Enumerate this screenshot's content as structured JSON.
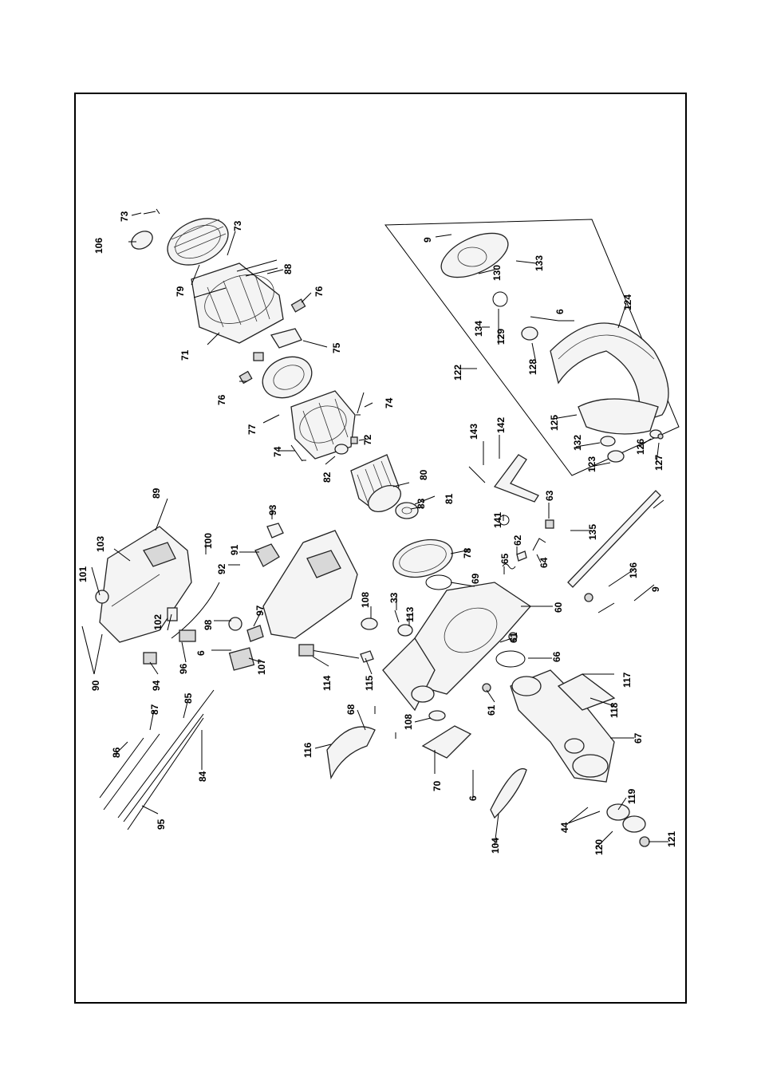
{
  "labels": {
    "p9a": "9",
    "p106": "106",
    "p73a": "73",
    "p73b": "73",
    "p79": "79",
    "p88": "88",
    "p71": "71",
    "p76a": "76",
    "p75": "75",
    "p76b": "76",
    "p77": "77",
    "p74a": "74",
    "p74b": "74",
    "p72": "72",
    "p82": "82",
    "p80": "80",
    "p83": "83",
    "p81": "81",
    "p78": "78",
    "p89": "89",
    "p103": "103",
    "p101": "101",
    "p100": "100",
    "p93": "93",
    "p91": "91",
    "p92": "92",
    "p102": "102",
    "p98": "98",
    "p97": "97",
    "p6a": "6",
    "p90": "90",
    "p94": "94",
    "p96": "96",
    "p107": "107",
    "p108a": "108",
    "p33": "33",
    "p113": "113",
    "p69": "69",
    "p60": "60",
    "p114": "114",
    "p115": "115",
    "p68": "68",
    "p108b": "108",
    "p61a": "61",
    "p61b": "61",
    "p66": "66",
    "p116": "116",
    "p70": "70",
    "p6b": "6",
    "p104": "104",
    "p87": "87",
    "p85": "85",
    "p86": "86",
    "p84": "84",
    "p95": "95",
    "p130": "130",
    "p133": "133",
    "p134": "134",
    "p129": "129",
    "p6c": "6",
    "p124": "124",
    "p122": "122",
    "p128": "128",
    "p125": "125",
    "p132": "132",
    "p123": "123",
    "p126": "126",
    "p127": "127",
    "p143": "143",
    "p142": "142",
    "p141": "141",
    "p63": "63",
    "p65": "65",
    "p62": "62",
    "p64": "64",
    "p135": "135",
    "p136": "136",
    "p9b": "9",
    "p117": "117",
    "p118": "118",
    "p67": "67",
    "p44": "44",
    "p119": "119",
    "p120": "120",
    "p121": "121"
  }
}
